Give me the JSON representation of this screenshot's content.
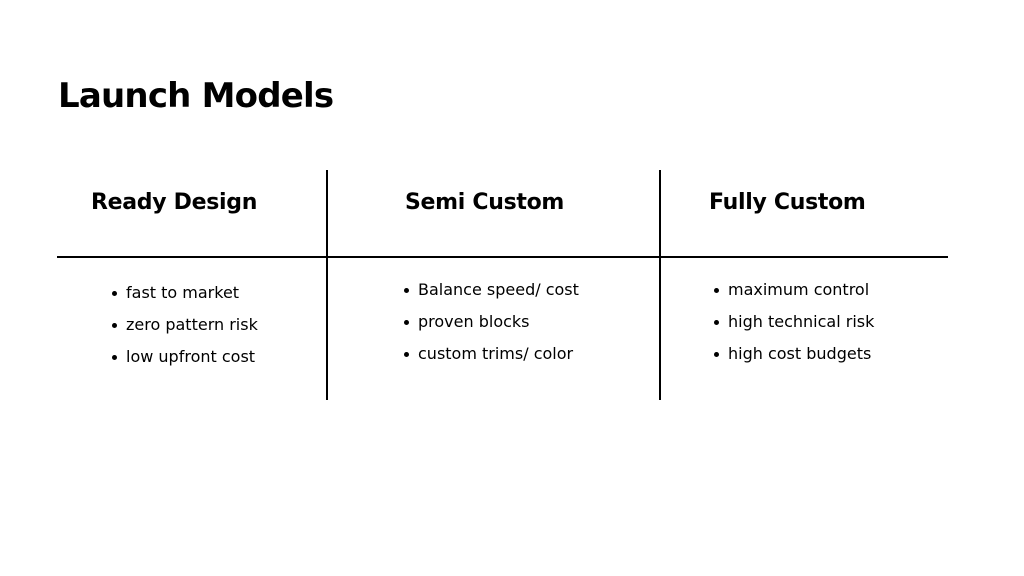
{
  "title": "Launch Models",
  "columns": [
    {
      "header": "Ready Design",
      "bullets": [
        "fast to market",
        "zero pattern risk",
        "low upfront cost"
      ]
    },
    {
      "header": "Semi Custom",
      "bullets": [
        "Balance speed/ cost",
        "proven blocks",
        "custom trims/ color"
      ]
    },
    {
      "header": "Fully Custom",
      "bullets": [
        "maximum control",
        "high technical risk",
        "high cost budgets"
      ]
    }
  ],
  "colors": {
    "text": "#000000",
    "lines": "#000000",
    "background": "#ffffff"
  }
}
